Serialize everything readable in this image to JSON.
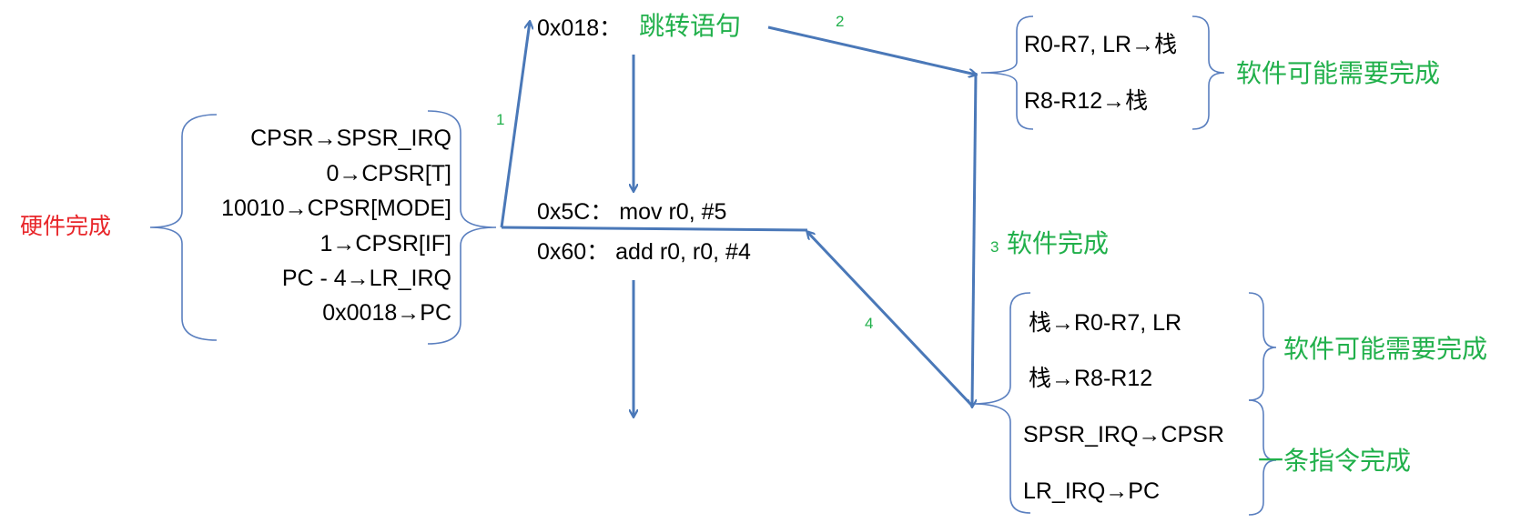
{
  "hardware": {
    "label": "硬件完成",
    "steps": [
      "CPSR→SPSR_IRQ",
      "0→CPSR[T]",
      "10010→CPSR[MODE]",
      "1→CPSR[IF]",
      "PC - 4→LR_IRQ",
      "0x0018→PC"
    ]
  },
  "code": {
    "vector_addr": "0x018：",
    "vector_instr": "跳转语句",
    "line1": "0x5C：  mov r0, #5",
    "line2": "0x60：  add r0, r0, #4"
  },
  "save": {
    "items": [
      "R0-R7, LR→栈",
      "R8-R12→栈"
    ],
    "note": "软件可能需要完成"
  },
  "step3_label": "软件完成",
  "restore": {
    "items": [
      "栈→R0-R7, LR",
      "栈→R8-R12"
    ],
    "note": "软件可能需要完成",
    "final_items": [
      "SPSR_IRQ→CPSR",
      "LR_IRQ→PC"
    ],
    "final_note": "一条指令完成"
  },
  "steps": [
    "1",
    "2",
    "3",
    "4"
  ],
  "colors": {
    "arrow": "#4a78b8",
    "brace": "#5a7fbf",
    "green": "#21b04b",
    "red": "#e8262a"
  }
}
